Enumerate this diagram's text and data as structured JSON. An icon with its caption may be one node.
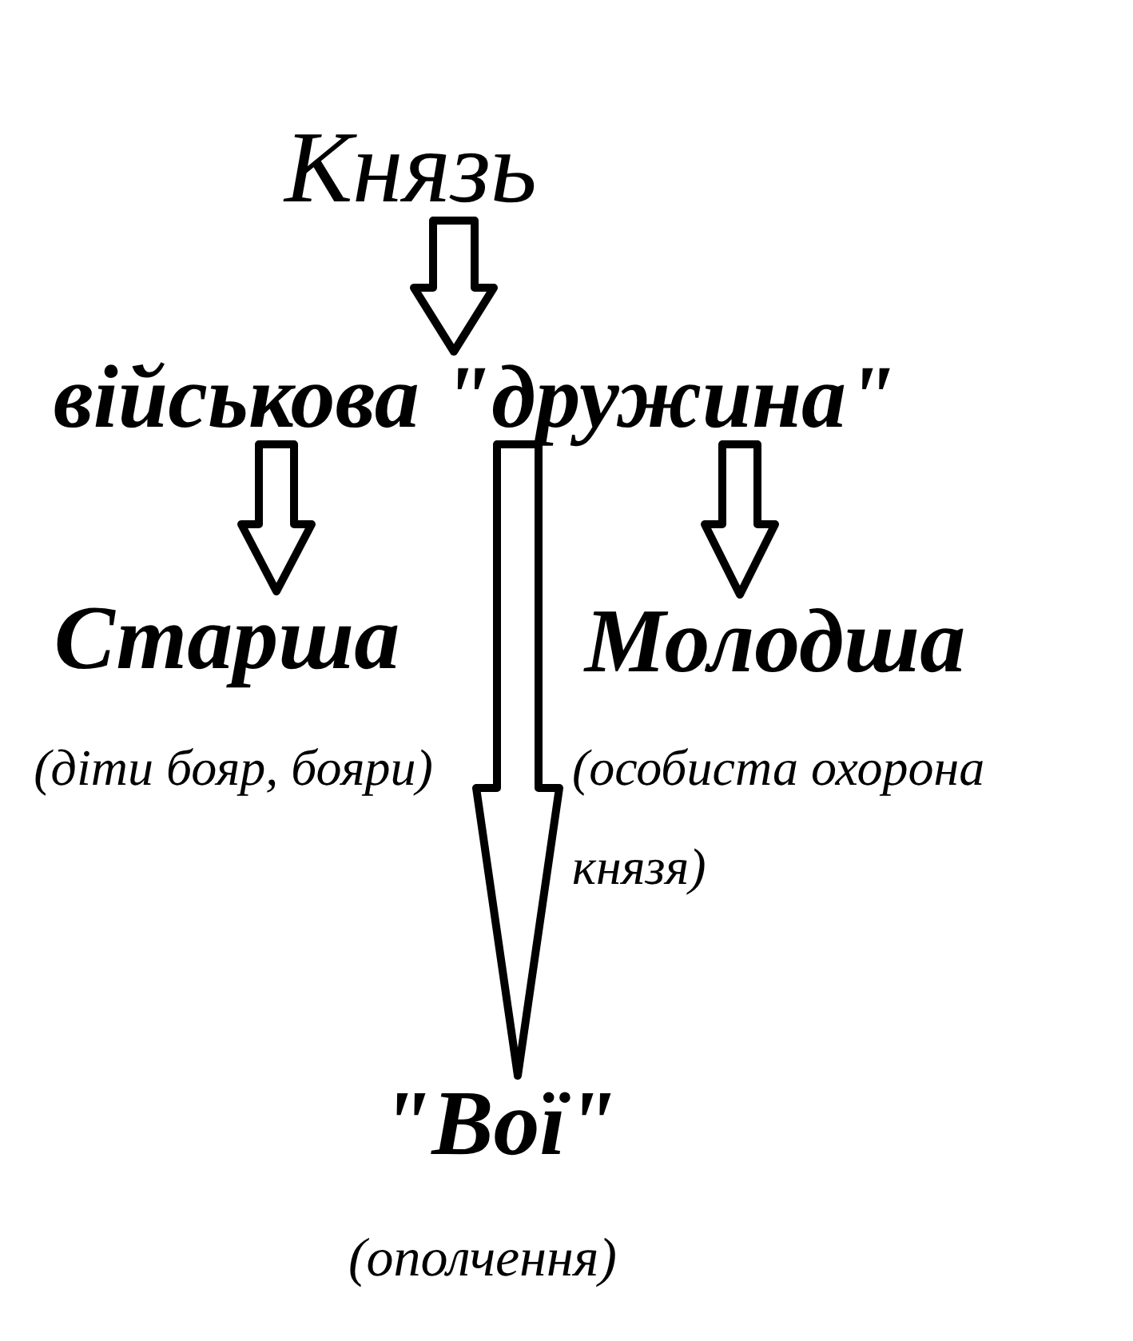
{
  "diagram": {
    "nodes": [
      {
        "text": [
          "Князь"
        ]
      },
      {
        "text": [
          "військова \"дружина\""
        ]
      },
      {
        "text": [
          "Старша"
        ],
        "beside": [
          "(діти бояр, бояри)"
        ]
      },
      {
        "text": [
          "Молодша"
        ],
        "beside": [
          "(особиста охорона князя)"
        ]
      },
      {
        "text": [
          "\"Вої\""
        ],
        "beside": [
          "(ополчення)"
        ]
      }
    ],
    "edges": [
      {
        "from": 0,
        "to": 1,
        "arrow": "to"
      },
      {
        "from": 1,
        "to": 2,
        "arrow": "to"
      },
      {
        "from": 1,
        "to": 3,
        "arrow": "to"
      },
      {
        "from": 1,
        "to": 4,
        "arrow": "to"
      }
    ]
  }
}
